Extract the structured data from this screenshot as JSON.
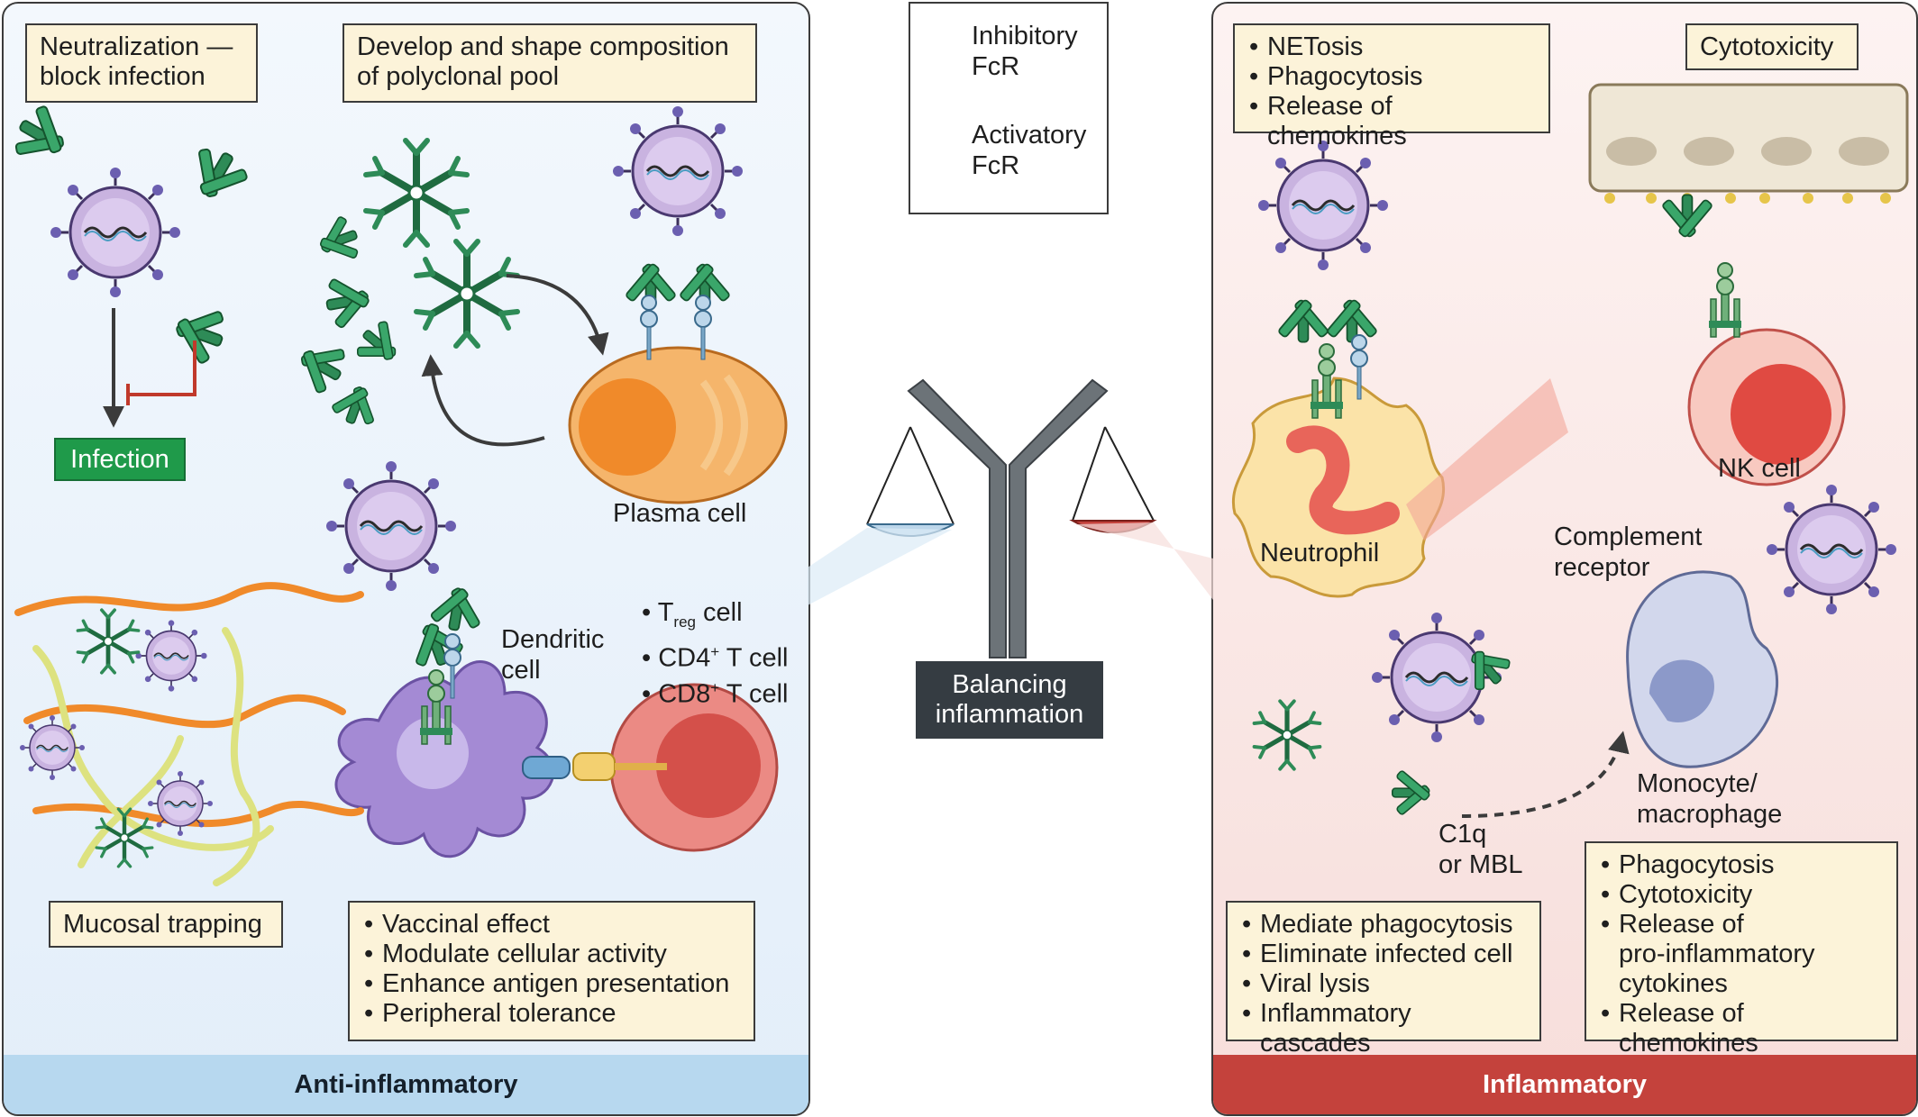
{
  "legend": {
    "inhibitory": [
      "Inhibitory",
      "FcR"
    ],
    "activatory": [
      "Activatory",
      "FcR"
    ]
  },
  "center": {
    "balance_label": [
      "Balancing",
      "inflammation"
    ]
  },
  "left_panel": {
    "footer": "Anti-inflammatory",
    "neutralization": [
      "Neutralization —",
      "block infection"
    ],
    "infection_badge": "Infection",
    "polyclonal": [
      "Develop and shape composition",
      "of polyclonal pool"
    ],
    "plasma_cell": "Plasma cell",
    "dendritic": [
      "Dendritic",
      "cell"
    ],
    "t_cells": [
      {
        "main": "T",
        "sub": "reg",
        "rest": " cell"
      },
      {
        "main": "CD4",
        "sup": "+",
        "rest": " T cell"
      },
      {
        "main": "CD8",
        "sup": "+",
        "rest": " T cell"
      }
    ],
    "mucosal": "Mucosal trapping",
    "effects": [
      "Vaccinal effect",
      "Modulate cellular activity",
      "Enhance antigen presentation",
      "Peripheral tolerance"
    ]
  },
  "right_panel": {
    "footer": "Inflammatory",
    "neutrophil_effects": [
      "NETosis",
      "Phagocytosis",
      "Release of chemokines"
    ],
    "cytotoxicity": "Cytotoxicity",
    "neutrophil": "Neutrophil",
    "nk_cell": "NK cell",
    "complement_receptor": [
      "Complement",
      "receptor"
    ],
    "monocyte": [
      "Monocyte/",
      "macrophage"
    ],
    "c1q": [
      "C1q",
      "or MBL"
    ],
    "complement_effects": [
      "Mediate phagocytosis",
      "Eliminate infected cell",
      "Viral lysis",
      "Inflammatory cascades"
    ],
    "monocyte_effects": [
      "Phagocytosis",
      "Cytotoxicity",
      "Release of",
      "pro-inflammatory",
      "cytokines",
      "Release of chemokines"
    ]
  },
  "colors": {
    "antibody_green": "#2e8b57",
    "virus_purple": "#b49ad2",
    "plasma_orange": "#f2a04e",
    "dendritic_purple": "#a48ad4",
    "t_cell_red": "#e06a62",
    "anti_inflammatory_blue": "#b7d8ef",
    "inflammatory_red": "#c4423c",
    "infection_green": "#1f9a4a"
  }
}
